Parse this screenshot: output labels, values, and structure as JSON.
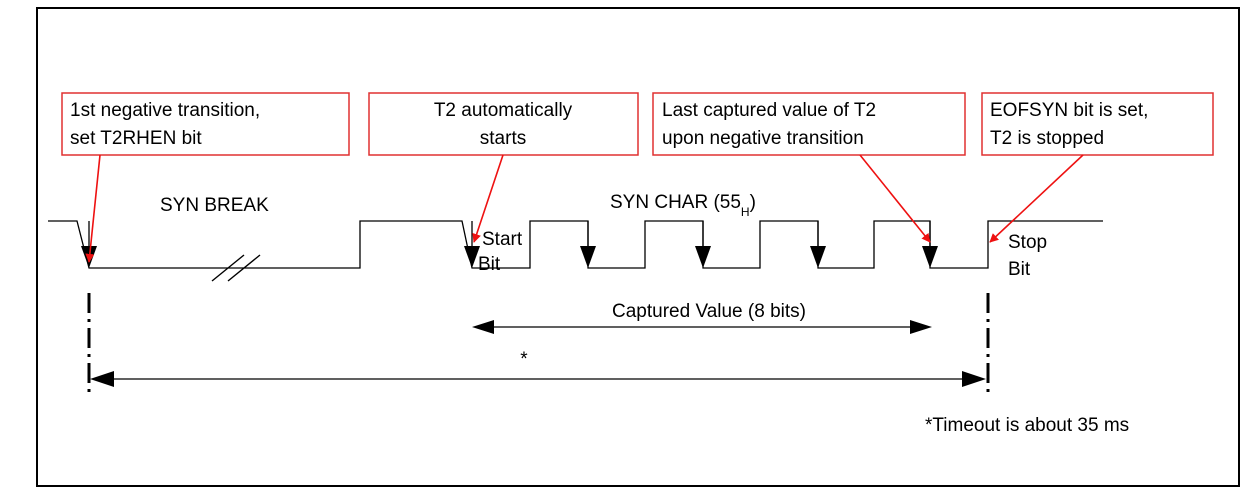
{
  "callouts": [
    {
      "lines": [
        "1st negative transition,",
        "set T2RHEN bit"
      ]
    },
    {
      "lines": [
        "T2 automatically",
        "starts"
      ]
    },
    {
      "lines": [
        "Last captured value of T2",
        "upon negative transition"
      ]
    },
    {
      "lines": [
        "EOFSYN bit is set,",
        "T2 is stopped"
      ]
    }
  ],
  "labels": {
    "syn_break": "SYN BREAK",
    "syn_char": "SYN CHAR (55",
    "syn_char_sub": "H",
    "syn_char_close": ")",
    "start_bit_1": "Start",
    "start_bit_2": "Bit",
    "stop_bit_1": "Stop",
    "stop_bit_2": "Bit",
    "captured_value": "Captured Value (8 bits)",
    "timeout_marker": "*",
    "timeout_note": "*Timeout is about 35 ms"
  },
  "colors": {
    "callout_border": "#e03030",
    "callout_arrow": "#ee1111",
    "line": "#000000",
    "frame": "#000000"
  }
}
